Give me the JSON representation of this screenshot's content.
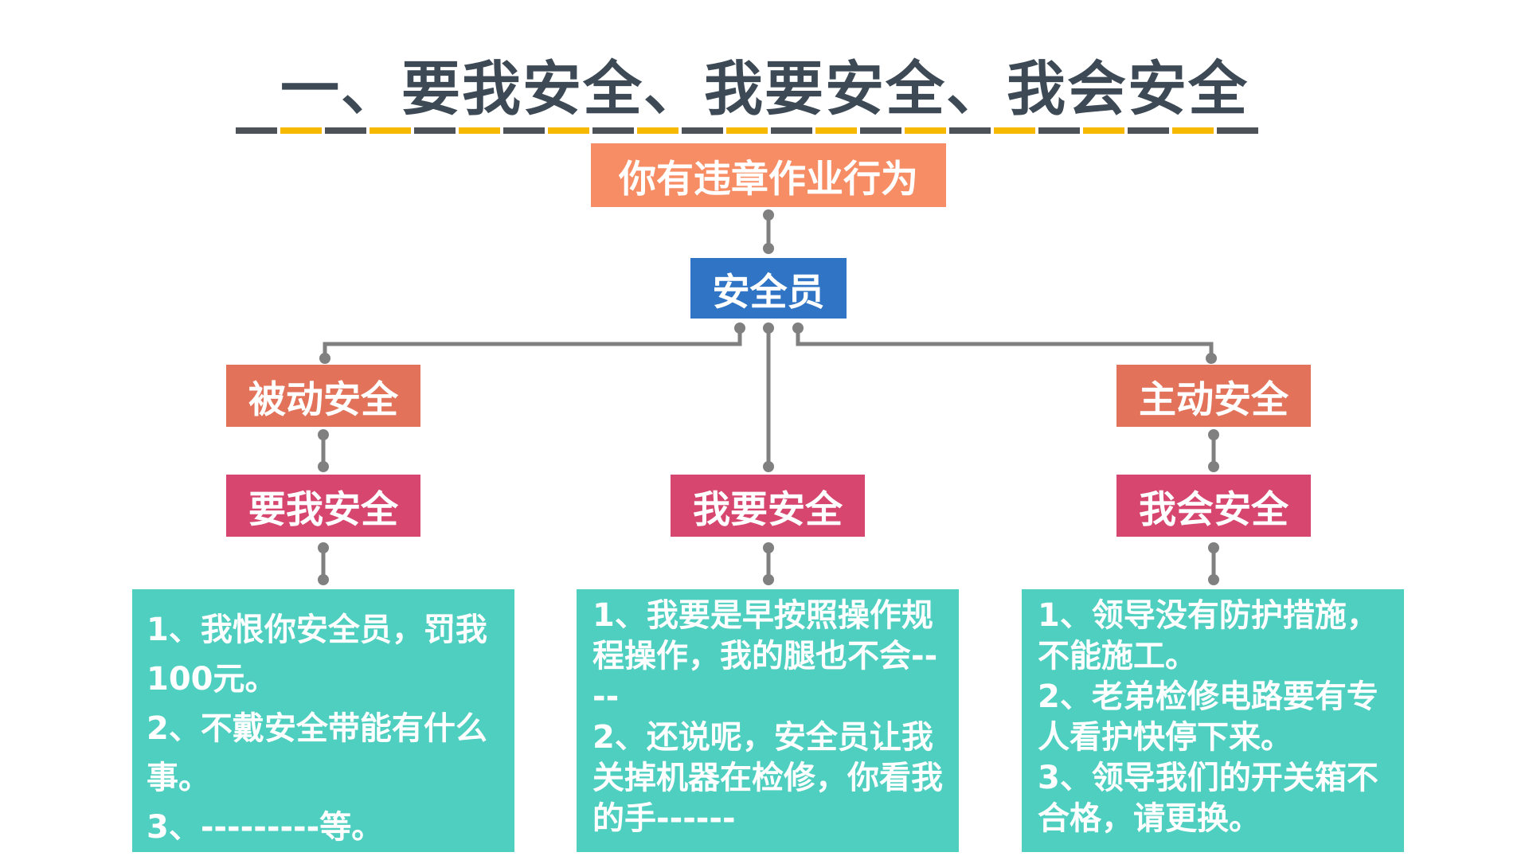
{
  "title": "一、要我安全、我要安全、我会安全",
  "colors": {
    "divider_dark": "#4d5259",
    "divider_accent": "#f7b800",
    "connector": "#808080",
    "top_box": "#f78d64",
    "safety_officer_box": "#2f74c5",
    "category_box": "#e2725a",
    "mode_box": "#d6466f",
    "detail_box": "#4ecfc0"
  },
  "diagram": {
    "top": "你有违章作业行为",
    "officer": "安全员",
    "passive": "被动安全",
    "active": "主动安全",
    "modes": [
      "要我安全",
      "我要安全",
      "我会安全"
    ],
    "details": [
      [
        "1、我恨你安全员，罚我100元。",
        "2、不戴安全带能有什么事。",
        "3、---------等。"
      ],
      [
        "1、我要是早按照操作规程操作，我的腿也不会----",
        "2、还说呢，安全员让我关掉机器在检修，你看我的手------"
      ],
      [
        "1、领导没有防护措施，不能施工。",
        "2、老弟检修电路要有专人看护快停下来。",
        "3、领导我们的开关箱不合格，请更换。"
      ]
    ]
  }
}
